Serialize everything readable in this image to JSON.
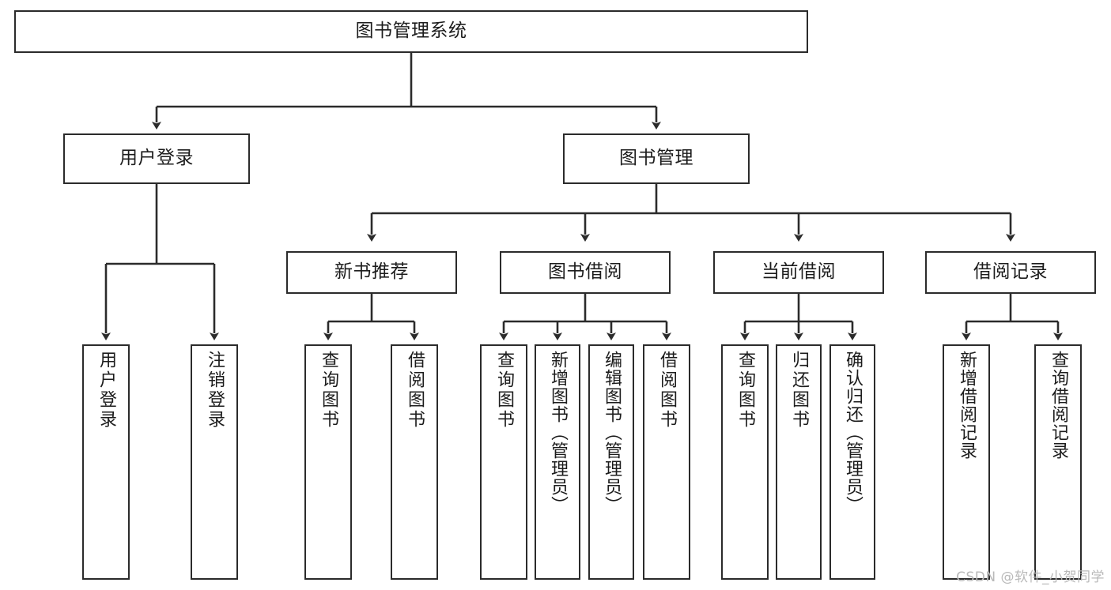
{
  "diagram": {
    "title": "图书管理系统",
    "type": "hierarchy-tree",
    "orientation": "top-down",
    "colors": {
      "box_border": "#2b2b2b",
      "box_fill": "#ffffff",
      "edge": "#2b2b2b",
      "background": "#ffffff",
      "watermark": "#b9b9b9"
    },
    "nodes": {
      "root": {
        "label": "图书管理系统",
        "level": 1
      },
      "l2": [
        {
          "id": "user_login",
          "label": "用户登录",
          "level": 2
        },
        {
          "id": "book_manage",
          "label": "图书管理",
          "level": 2
        }
      ],
      "l3": [
        {
          "id": "new_book_rec",
          "label": "新书推荐",
          "level": 3,
          "parent": "book_manage"
        },
        {
          "id": "book_borrow",
          "label": "图书借阅",
          "level": 3,
          "parent": "book_manage"
        },
        {
          "id": "current_borrow",
          "label": "当前借阅",
          "level": 3,
          "parent": "book_manage"
        },
        {
          "id": "borrow_record",
          "label": "借阅记录",
          "level": 3,
          "parent": "book_manage"
        }
      ],
      "leaves": [
        {
          "id": "leaf_user_login",
          "label": "用户登录",
          "parent": "user_login"
        },
        {
          "id": "leaf_logout",
          "label": "注销登录",
          "parent": "user_login"
        },
        {
          "id": "leaf_query_book_1",
          "label": "查询图书",
          "parent": "new_book_rec"
        },
        {
          "id": "leaf_borrow_book_1",
          "label": "借阅图书",
          "parent": "new_book_rec"
        },
        {
          "id": "leaf_query_book_2",
          "label": "查询图书",
          "parent": "book_borrow"
        },
        {
          "id": "leaf_add_book",
          "label": "新增图书（管理员）",
          "parent": "book_borrow"
        },
        {
          "id": "leaf_edit_book",
          "label": "编辑图书（管理员）",
          "parent": "book_borrow"
        },
        {
          "id": "leaf_borrow_book_2",
          "label": "借阅图书",
          "parent": "book_borrow"
        },
        {
          "id": "leaf_query_book_3",
          "label": "查询图书",
          "parent": "current_borrow"
        },
        {
          "id": "leaf_return_book",
          "label": "归还图书",
          "parent": "current_borrow"
        },
        {
          "id": "leaf_confirm_return",
          "label": "确认归还（管理员）",
          "parent": "current_borrow"
        },
        {
          "id": "leaf_add_record",
          "label": "新增借阅记录",
          "parent": "borrow_record"
        },
        {
          "id": "leaf_query_record",
          "label": "查询借阅记录",
          "parent": "borrow_record"
        }
      ]
    },
    "watermark": "CSDN @软件_小贺同学"
  }
}
